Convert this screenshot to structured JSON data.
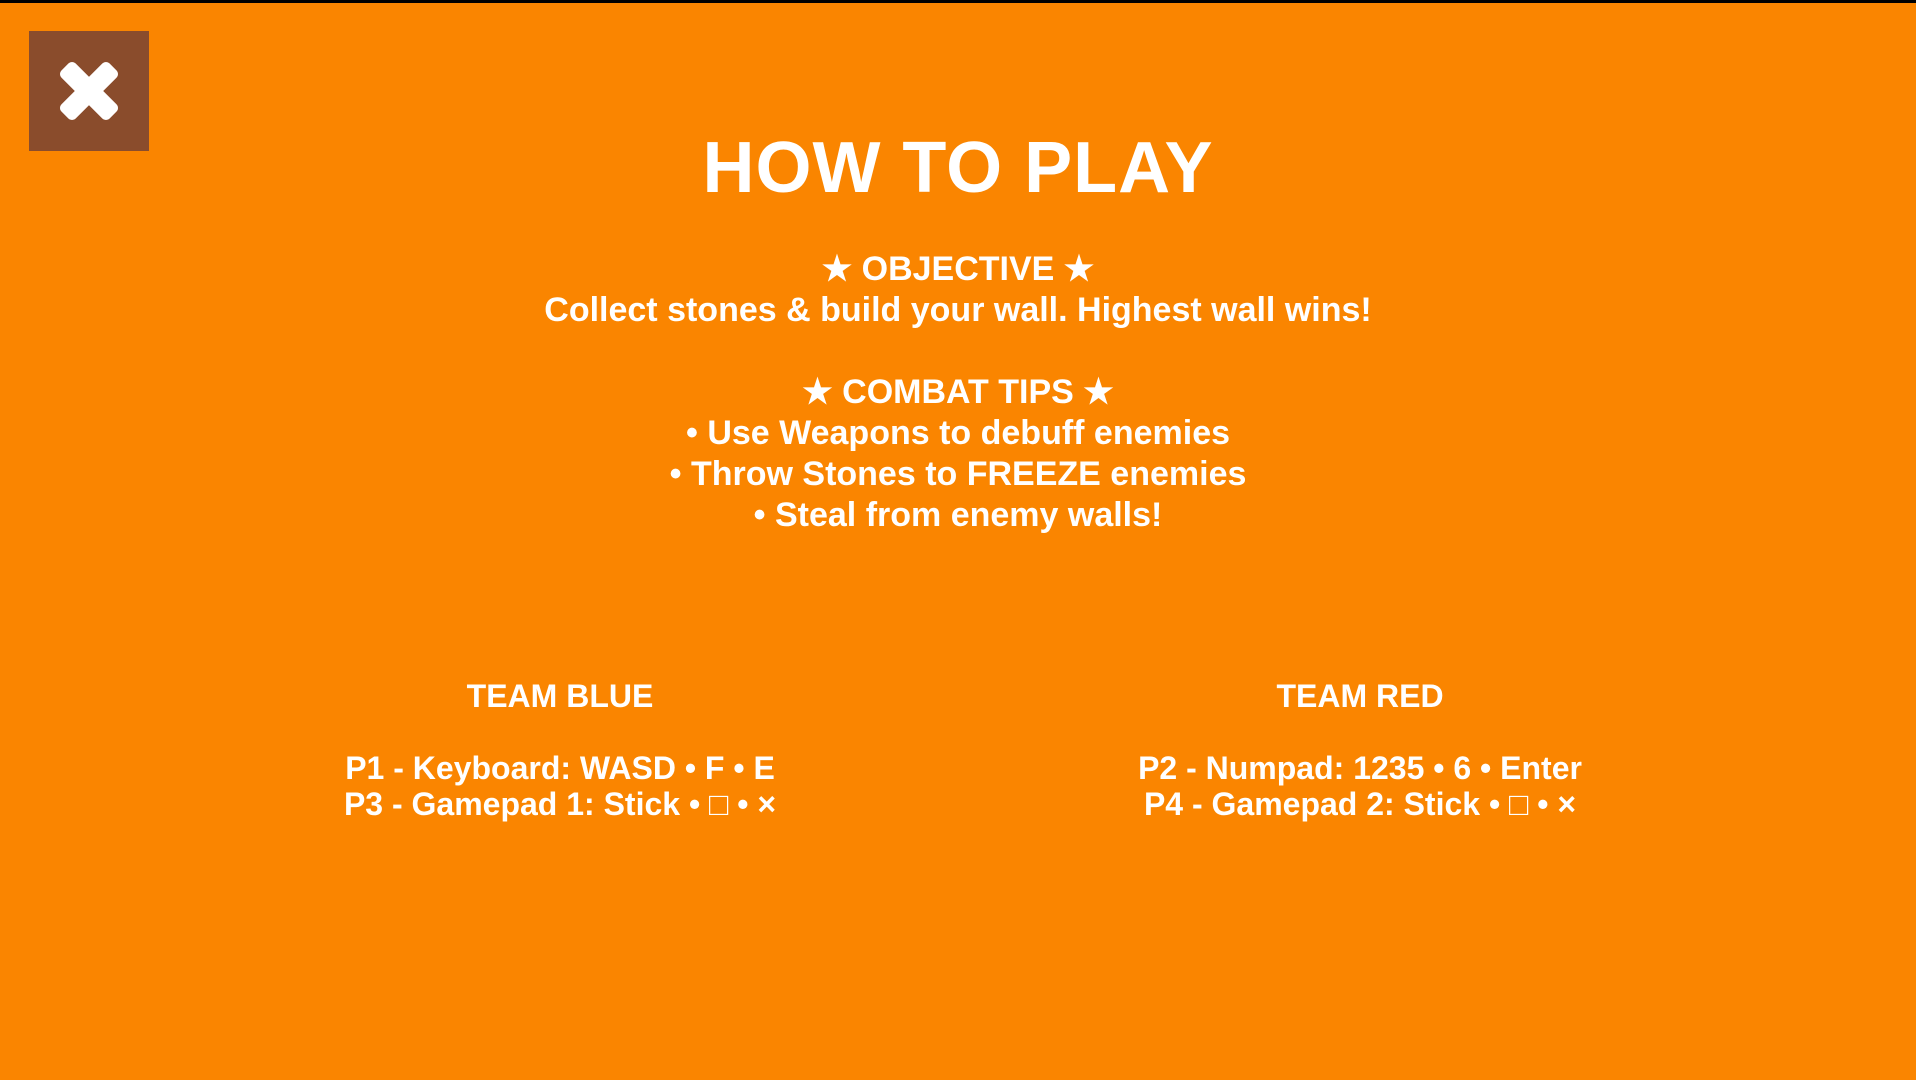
{
  "window": {
    "background_color": "#FA8500",
    "top_bar_color": "#000000",
    "text_color": "#FFFFFF"
  },
  "close_button": {
    "icon": "x-cross",
    "background_color": "#8A4C2C",
    "icon_color": "#FFFFFF"
  },
  "title": "HOW TO PLAY",
  "sections": {
    "objective": {
      "header": "★ OBJECTIVE ★",
      "lines": [
        "Collect stones & build your wall. Highest wall wins!"
      ]
    },
    "combat": {
      "header": "★ COMBAT TIPS ★",
      "lines": [
        "• Use Weapons to debuff enemies",
        "• Throw Stones to FREEZE enemies",
        "• Steal from enemy walls!"
      ]
    }
  },
  "teams": [
    {
      "name": "TEAM BLUE",
      "controls": [
        "P1 - Keyboard: WASD • F • E",
        "P3 - Gamepad 1: Stick • □ • ×"
      ]
    },
    {
      "name": "TEAM RED",
      "controls": [
        "P2 - Numpad: 1235 • 6 • Enter",
        "P4 - Gamepad 2: Stick • □ • ×"
      ]
    }
  ]
}
